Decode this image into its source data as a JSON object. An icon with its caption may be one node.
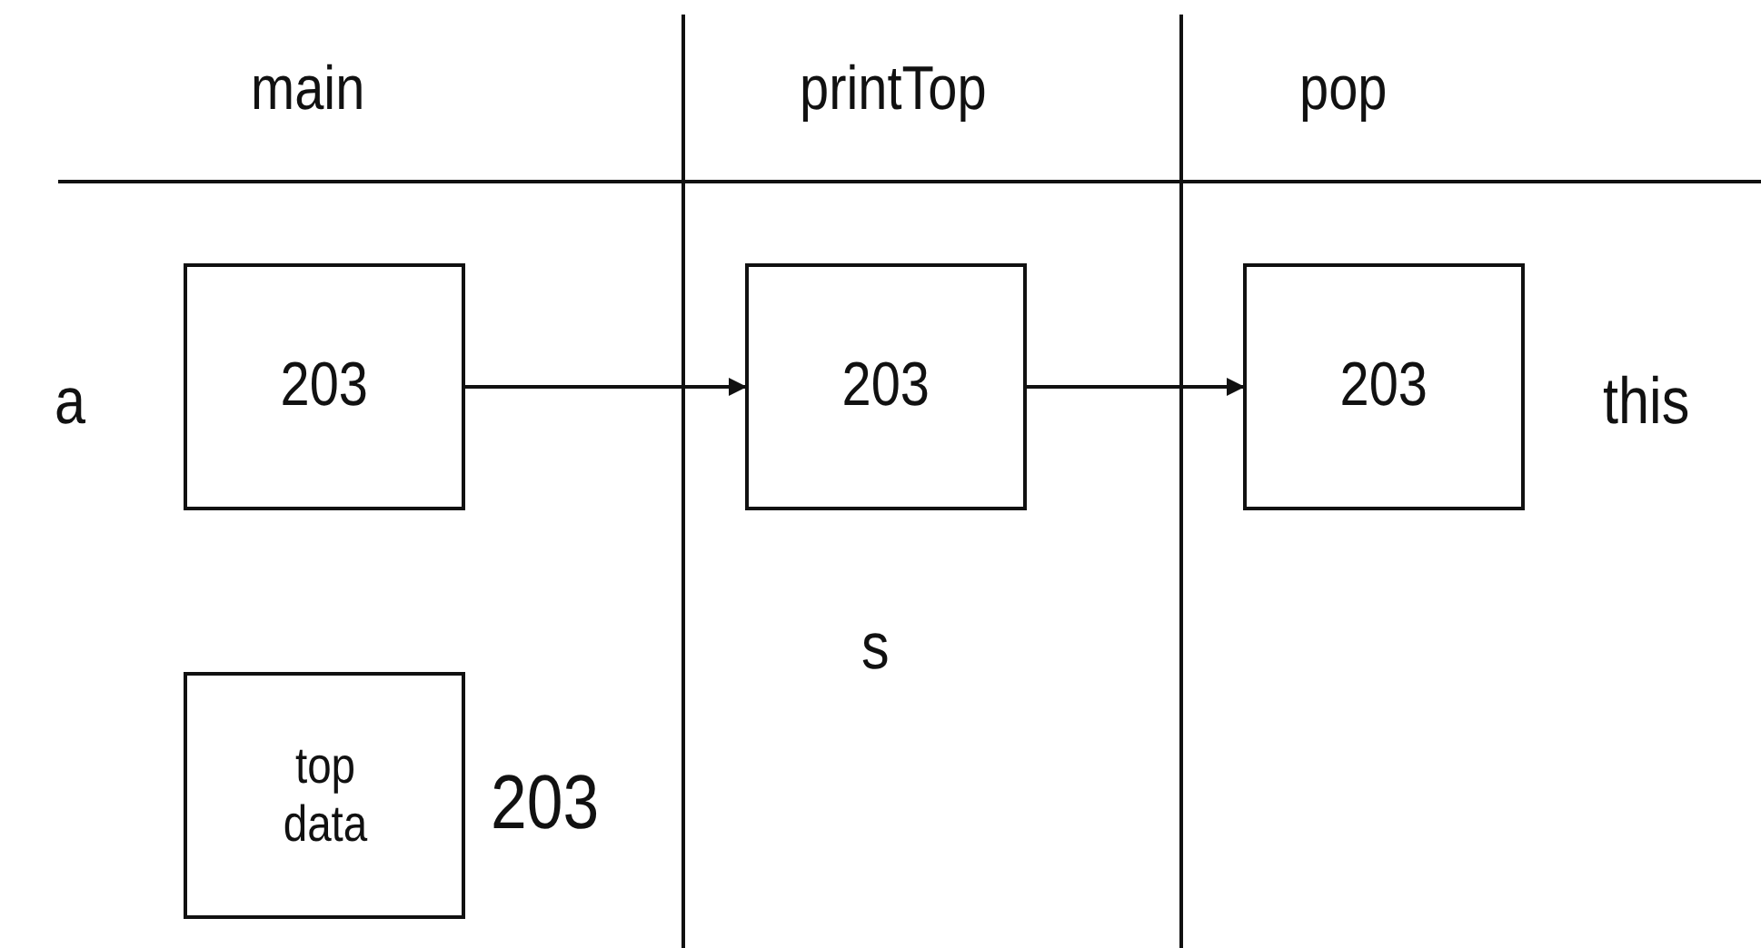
{
  "diagram": {
    "nodes": [
      {
        "text": [
          "203"
        ],
        "beside": [
          "a"
        ]
      },
      {
        "text": [
          "203"
        ],
        "beside": [
          "s"
        ]
      },
      {
        "text": [
          "203"
        ],
        "beside": [
          "this"
        ]
      },
      {
        "text": [
          "top data"
        ],
        "beside": [
          "203"
        ]
      }
    ],
    "edges": [
      {
        "from": 0,
        "to": 1,
        "arrow": "to"
      },
      {
        "from": 1,
        "to": 2,
        "arrow": "to"
      }
    ],
    "labels": [
      "main",
      "printTop",
      "pop"
    ]
  }
}
